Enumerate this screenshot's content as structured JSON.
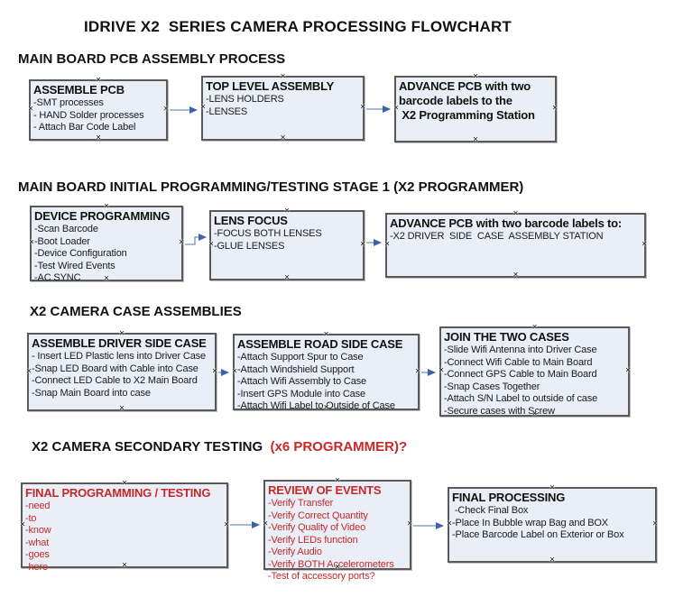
{
  "title": "IDRIVE X2  SERIES CAMERA PROCESSING FLOWCHART",
  "colors": {
    "red": "#c82828",
    "box_fill": "#e9eef7",
    "box_border": "#595959",
    "arrow_line": "#7292b5",
    "arrow_head": "#3c62a8"
  },
  "icons": {
    "connection_handle": "×"
  },
  "sections": [
    {
      "heading": "MAIN BOARD PCB ASSEMBLY PROCESS",
      "boxes": [
        {
          "heading": "ASSEMBLE PCB",
          "items": [
            "-SMT processes",
            "- HAND Solder processes",
            "- Attach Bar Code Label"
          ]
        },
        {
          "heading": "TOP LEVEL ASSEMBLY",
          "items": [
            "-LENS HOLDERS",
            "-LENSES"
          ]
        },
        {
          "heading": "ADVANCE PCB with two\nbarcode labels to the\n X2 Programming Station",
          "items": []
        }
      ]
    },
    {
      "heading": "MAIN BOARD INITIAL PROGRAMMING/TESTING STAGE 1 (X2 PROGRAMMER)",
      "boxes": [
        {
          "heading": "DEVICE PROGRAMMING",
          "items": [
            "-Scan Barcode",
            "-Boot Loader",
            "-Device Configuration",
            "-Test Wired Events",
            "-AC SYNC"
          ]
        },
        {
          "heading": "LENS FOCUS",
          "items": [
            "-FOCUS BOTH LENSES",
            "-GLUE LENSES"
          ]
        },
        {
          "heading": "ADVANCE PCB with two barcode labels to:",
          "items": [
            "-X2 DRIVER  SIDE  CASE  ASSEMBLY STATION"
          ]
        }
      ]
    },
    {
      "heading": "X2 CAMERA CASE ASSEMBLIES",
      "boxes": [
        {
          "heading": "ASSEMBLE DRIVER SIDE CASE",
          "items": [
            "- Insert LED Plastic lens into Driver Case",
            "-Snap LED Board with Cable into Case",
            "-Connect LED Cable to X2 Main Board",
            "-Snap Main Board into case"
          ]
        },
        {
          "heading": "ASSEMBLE ROAD SIDE CASE",
          "items": [
            "-Attach Support Spur to Case",
            "-Attach Windshield Support",
            "-Attach Wifi Assembly to Case",
            "-Insert GPS Module into Case",
            "-Attach Wifi Label to Outside of Case"
          ]
        },
        {
          "heading": "JOIN THE TWO CASES",
          "items": [
            "-Slide Wifi Antenna into Driver Case",
            "-Connect Wifi Cable to Main Board",
            "-Connect GPS Cable to Main Board",
            "-Snap Cases Together",
            "-Attach S/N Label to outside of case",
            "-Secure cases with Screw"
          ]
        }
      ]
    },
    {
      "heading": "X2 CAMERA SECONDARY TESTING ",
      "heading_suffix": " (x6 PROGRAMMER)?",
      "boxes": [
        {
          "heading": "FINAL PROGRAMMING / TESTING",
          "items": [
            "-need",
            "-to",
            "-know",
            "-what",
            "-goes",
            "-here"
          ]
        },
        {
          "heading": "REVIEW OF EVENTS",
          "items": [
            "-Verify Transfer",
            "-Verify Correct Quantity",
            "-Verify Quality of Video",
            "-Verify LEDs function",
            "-Verify Audio",
            "-Verify BOTH Accelerometers",
            "-Test of accessory ports?"
          ]
        },
        {
          "heading": "FINAL PROCESSING",
          "items": [
            " -Check Final Box",
            "-Place In Bubble wrap Bag and BOX",
            "-Place Barcode Label on Exterior or Box"
          ]
        }
      ]
    }
  ]
}
